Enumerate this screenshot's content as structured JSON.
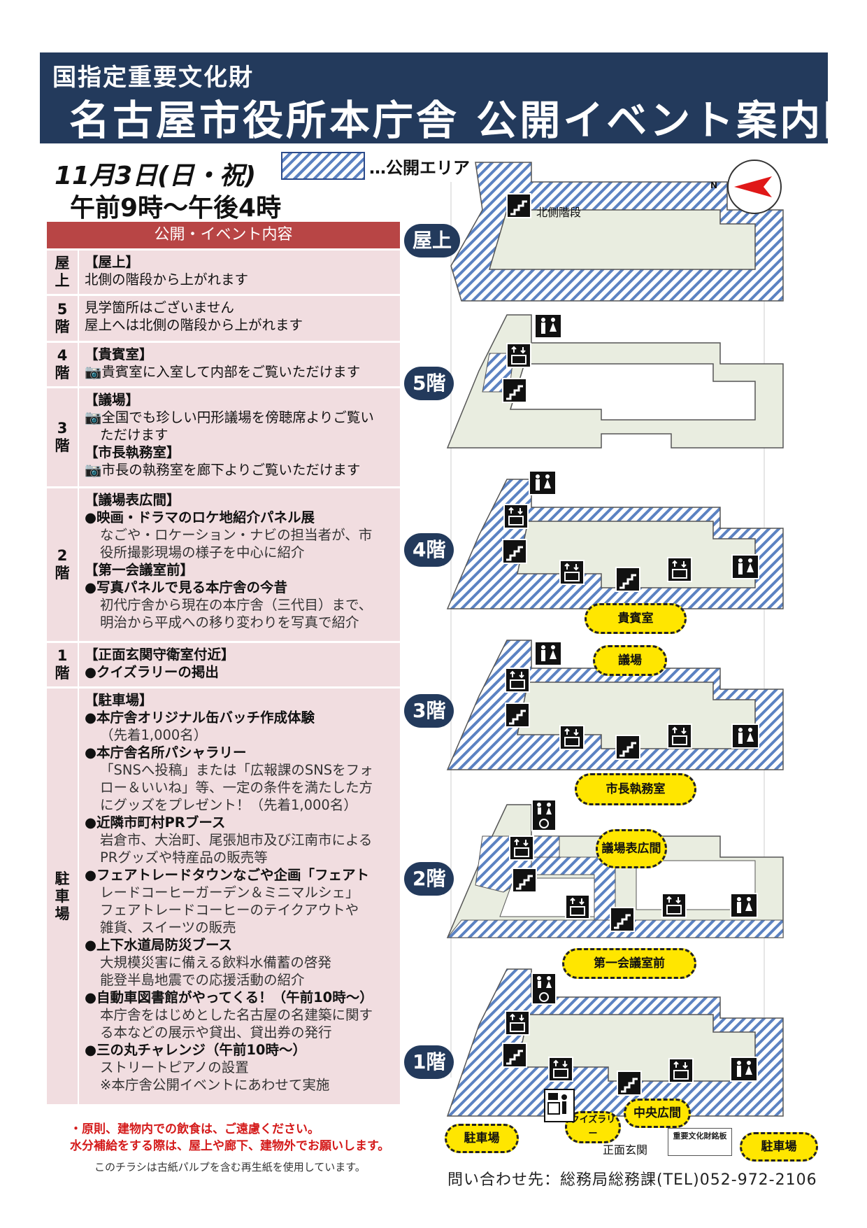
{
  "header": {
    "subtitle": "国指定重要文化財",
    "title": "名古屋市役所本庁舎 公開イベント案内図"
  },
  "event": {
    "date": "11月3日(日・祝)",
    "time": "午前9時～午後4時"
  },
  "legend": {
    "label": "…公開エリア"
  },
  "table": {
    "heading": "公開・イベント内容",
    "rows": {
      "roof": {
        "floor1": "屋",
        "floor2": "上",
        "l1": "【屋上】",
        "l2": "北側の階段から上がれます"
      },
      "f5": {
        "floor1": "5",
        "floor2": "階",
        "l1": "見学箇所はございません",
        "l2": "屋上へは北側の階段から上がれます"
      },
      "f4": {
        "floor1": "4",
        "floor2": "階",
        "l1": "【貴賓室】",
        "l2": "📷貴賓室に入室して内部をご覧いただけます"
      },
      "f3": {
        "floor1": "3",
        "floor2": "階",
        "l1": "【議場】",
        "l2": "📷全国でも珍しい円形議場を傍聴席よりご覧い",
        "l3": "ただけます",
        "l4": "【市長執務室】",
        "l5": "📷市長の執務室を廊下よりご覧いただけます"
      },
      "f2": {
        "floor1": "2",
        "floor2": "階",
        "l1": "【議場表広間】",
        "l2": "●映画・ドラマのロケ地紹介パネル展",
        "l3": "なごや・ロケーション・ナビの担当者が、市",
        "l4": "役所撮影現場の様子を中心に紹介",
        "l5": "【第一会議室前】",
        "l6": "●写真パネルで見る本庁舎の今昔",
        "l7": "初代庁舎から現在の本庁舎（三代目）まで、",
        "l8": "明治から平成への移り変わりを写真で紹介"
      },
      "f1": {
        "floor1": "1",
        "floor2": "階",
        "l1": "【正面玄関守衛室付近】",
        "l2": "●クイズラリーの掲出"
      },
      "parking": {
        "floor1": "駐",
        "floor2": "車",
        "floor3": "場",
        "l1": "【駐車場】",
        "l2": "●本庁舎オリジナル缶バッチ作成体験",
        "l3": "（先着1,000名）",
        "l4": "●本庁舎名所パシャラリー",
        "l5": "「SNSへ投稿」または「広報課のSNSをフォ",
        "l6": "ロー＆いいね」等、一定の条件を満たした方",
        "l7": "にグッズをプレゼント！（先着1,000名）",
        "l8": "●近隣市町村PRブース",
        "l9": "岩倉市、大治町、尾張旭市及び江南市による",
        "l10": "PRグッズや特産品の販売等",
        "l11": "●フェアトレードタウンなごや企画「フェアト",
        "l12": "レードコーヒーガーデン＆ミニマルシェ」",
        "l13": "フェアトレードコーヒーのテイクアウトや",
        "l14": "雑貨、スイーツの販売",
        "l15": "●上下水道局防災ブース",
        "l16": "大規模災害に備える飲料水備蓄の啓発",
        "l17": "能登半島地震での応援活動の紹介",
        "l18": "●自動車図書館がやってくる！（午前10時～）",
        "l19": "本庁舎をはじめとした名古屋の名建築に関す",
        "l20": "る本などの展示や貸出、貸出券の発行",
        "l21": "●三の丸チャレンジ（午前10時～）",
        "l22": "ストリートピアノの設置",
        "l23": "※本庁舎公開イベントにあわせて実施"
      }
    }
  },
  "notice": {
    "l1": "・原則、建物内での飲食は、ご遠慮ください。",
    "l2": "水分補給をする際は、屋上や廊下、建物外でお願いします。"
  },
  "recycle": "このチラシは古紙パルプを含む再生紙を使用しています。",
  "contact": "問い合わせ先：総務局総務課(TEL)052-972-2106",
  "map": {
    "floors": {
      "roof": "屋上",
      "f5": "5階",
      "f4": "4階",
      "f3": "3階",
      "f2": "2階",
      "f1": "1階"
    },
    "north_stairs": "北側階段",
    "compass": "N",
    "spots": {
      "vip": "貴賓室",
      "assembly": "議場",
      "mayor": "市長執務室",
      "hall": "議場表広間",
      "meeting": "第一会議室前",
      "central": "中央広間",
      "quiz": "クイズラリー",
      "parking_left": "駐車場",
      "parking_right": "駐車場"
    },
    "entrance": "正面玄関",
    "plaque": "重要文化財銘板"
  },
  "colors": {
    "navy": "#233a5c",
    "red": "#b84545",
    "pink": "#f1dde0",
    "yellow": "#ffe600",
    "hatch": "#5b82c2"
  }
}
